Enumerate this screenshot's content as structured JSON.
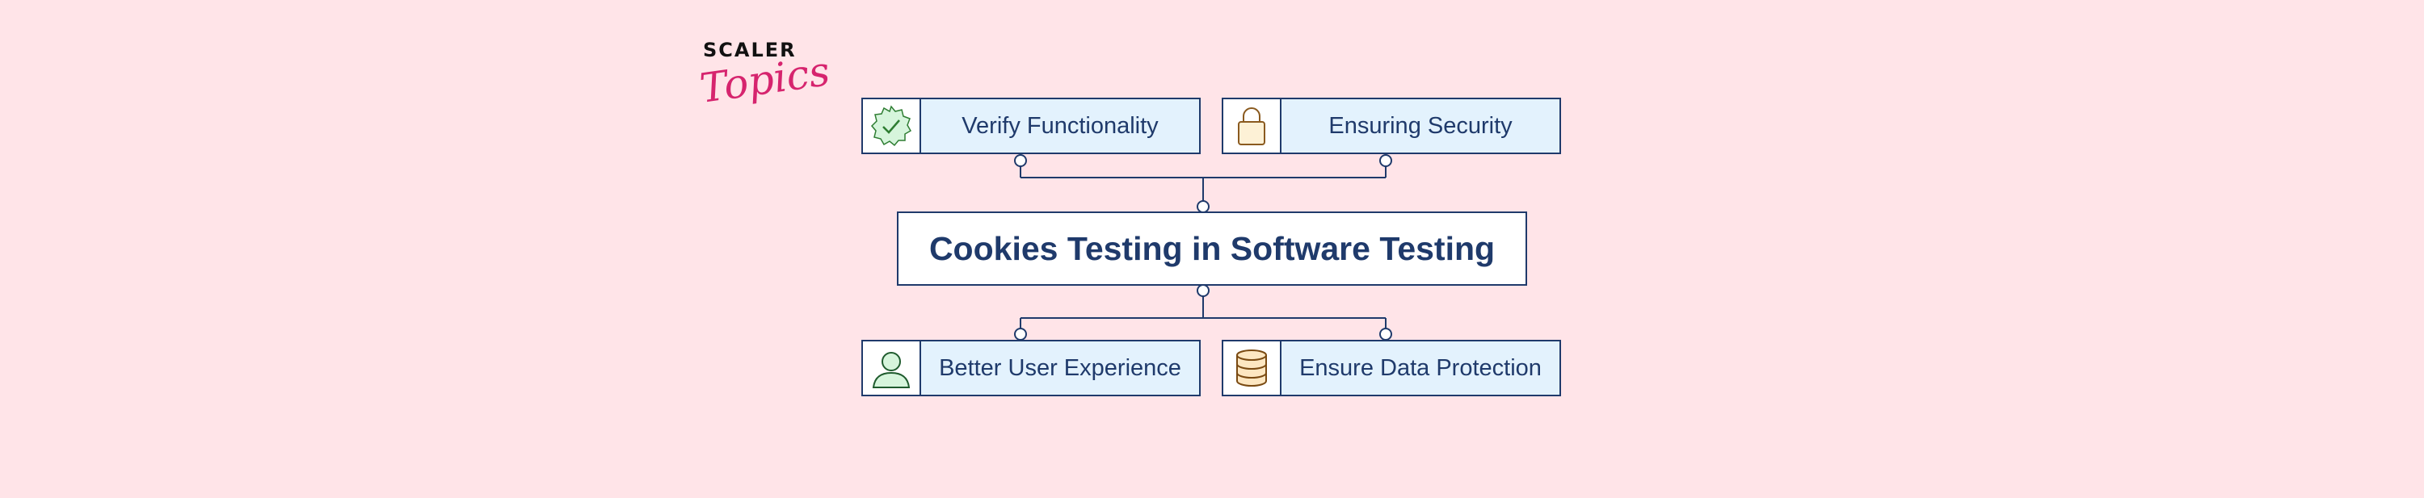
{
  "logo": {
    "brand": "SCALER",
    "sub": "Topics"
  },
  "diagram": {
    "title": "Cookies Testing in Software Testing",
    "nodes": [
      {
        "label": "Verify Functionality",
        "icon": "verified-badge-icon"
      },
      {
        "label": "Ensuring Security",
        "icon": "lock-icon"
      },
      {
        "label": "Better User Experience",
        "icon": "user-icon"
      },
      {
        "label": "Ensure Data Protection",
        "icon": "database-icon"
      }
    ]
  },
  "colors": {
    "background": "#ffe4e8",
    "border": "#1f3a6b",
    "card_fill": "#e3f2fd",
    "brand_accent": "#d6246e"
  }
}
